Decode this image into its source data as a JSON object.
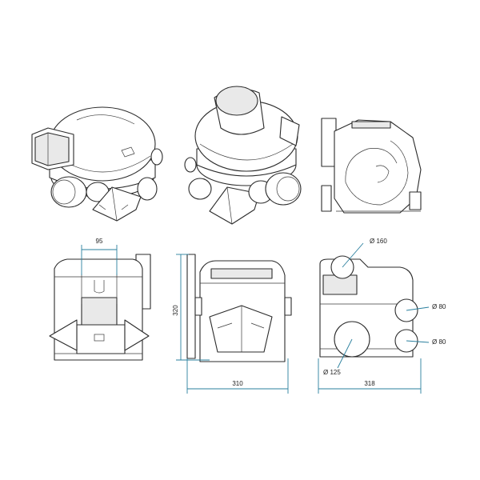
{
  "dimensions": {
    "width_95": "95",
    "height_320": "320",
    "depth_310": "310",
    "width_318": "318",
    "outlet_160": "Ø 160",
    "port_80_upper": "Ø 80",
    "port_80_lower": "Ø 80",
    "inlet_125": "Ø 125"
  },
  "colors": {
    "dimension_line": "#2a7f9e",
    "outline": "#2b2b2b"
  }
}
